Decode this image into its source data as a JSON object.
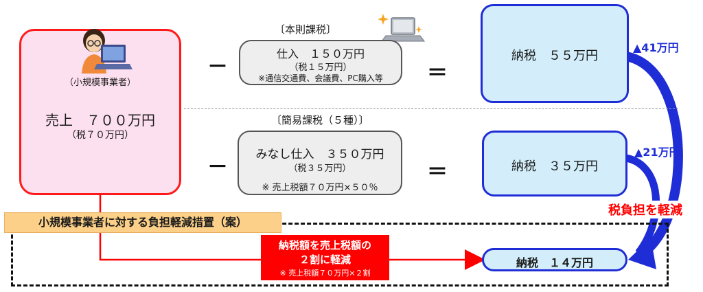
{
  "seller": {
    "role": "（小規模事業者）",
    "sales": "売上　７００万円",
    "sales_tax": "（税７０万円）"
  },
  "standard": {
    "title": "〔本則課税〕",
    "purchase": "仕入　１５０万円",
    "purchase_tax": "（税１５万円）",
    "note": "※通信交通費、会議費、PC購入等",
    "result": "納税　５５万円"
  },
  "simplified": {
    "title": "〔簡易課税（５種）〕",
    "purchase": "みなし仕入　３５０万円",
    "purchase_tax": "（税３５万円）",
    "note": "※ 売上税額７０万円×５０％",
    "result": "納税　３５万円"
  },
  "operators": {
    "minus": "－",
    "equals": "＝"
  },
  "reductions": {
    "first": "▲41万円",
    "second": "▲21万円"
  },
  "burden_label": "税負担を軽減",
  "measure": {
    "label": "小規模事業者に対する負担軽減措置（案）",
    "box_line1": "納税額を売上税額の",
    "box_line2": "２割に軽減",
    "box_note": "※ 売上税額７０万円×２割",
    "result": "納税　１４万円"
  },
  "colors": {
    "red": "#ff0000",
    "blue": "#1f2dd6",
    "pink": "#fde0ef",
    "light_blue": "#d3eefa",
    "orange": "#fcd088"
  },
  "icons": [
    "person-at-laptop-icon",
    "laptop-icon"
  ]
}
